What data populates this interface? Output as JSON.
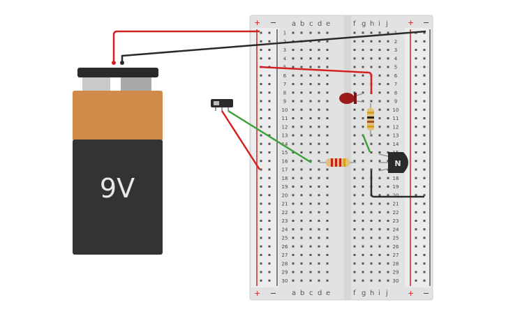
{
  "battery": {
    "label": "9V",
    "colors": {
      "top": "#d08b4a",
      "body": "#333333",
      "cap": "#222222"
    }
  },
  "breadboard": {
    "column_letters_left": [
      "a",
      "b",
      "c",
      "d",
      "e"
    ],
    "column_letters_right": [
      "f",
      "g",
      "h",
      "i",
      "j"
    ],
    "rows": 30,
    "rail_plus": "+",
    "rail_minus": "−"
  },
  "transistor": {
    "label": "N"
  },
  "wire_colors": {
    "red": "#d42020",
    "black": "#2a2a2a",
    "green": "#3aa03a"
  },
  "led_color": "#9b1b1b"
}
